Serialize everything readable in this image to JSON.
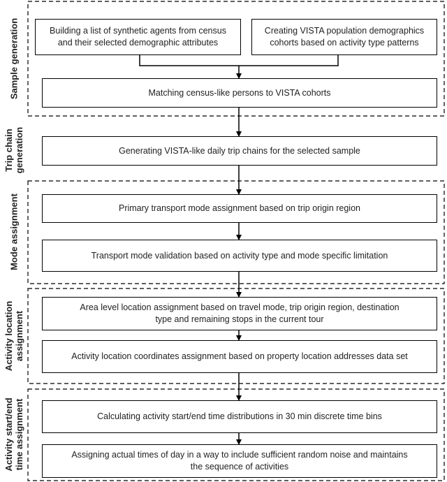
{
  "stages": [
    {
      "label": "Sample generation"
    },
    {
      "label": "Trip chain\ngeneration"
    },
    {
      "label": "Mode assignment"
    },
    {
      "label": "Activity location\nassignment"
    },
    {
      "label": "Activity start/end\ntime assignment"
    }
  ],
  "boxes": {
    "census": "Building a list of synthetic agents from census\nand their selected demographic attributes",
    "vista_cohorts": "Creating VISTA population demographics\ncohorts based on activity type patterns",
    "matching": "Matching census-like persons to VISTA cohorts",
    "trip_chains": "Generating VISTA-like daily trip chains for the selected sample",
    "primary_mode": "Primary transport mode assignment based on trip origin region",
    "mode_validation": "Transport mode validation based on activity type and mode specific limitation",
    "area_location": "Area level location assignment based on travel mode, trip origin region, destination\ntype and remaining stops in the current tour",
    "coordinates": "Activity location coordinates assignment based on property location addresses data set",
    "time_distributions": "Calculating activity start/end time distributions in 30 min discrete time bins",
    "actual_times": "Assigning actual times of day in a way to include sufficient random noise and maintains\nthe sequence of activities"
  }
}
